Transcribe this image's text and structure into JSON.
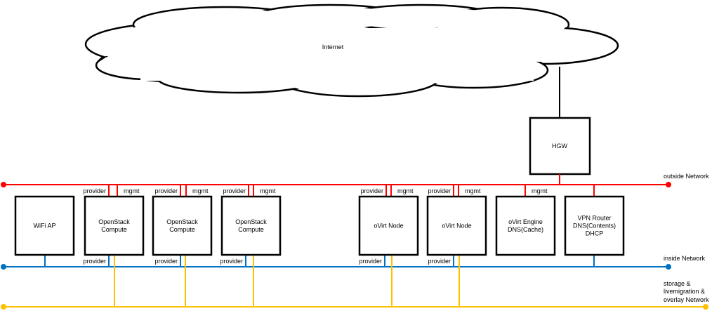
{
  "cloud": {
    "label": "Internet"
  },
  "gateway": {
    "label": "HGW"
  },
  "networks": {
    "outside": {
      "label": "outside Network",
      "color": "#ff0000"
    },
    "inside": {
      "label": "inside Network",
      "color": "#0070c0"
    },
    "storage": {
      "lines": [
        "storage &",
        "livemigration &",
        "overlay Network"
      ],
      "color": "#ffc000"
    }
  },
  "nodes": [
    {
      "lines": [
        "WiFi AP"
      ]
    },
    {
      "lines": [
        "OpenStack",
        "Compute"
      ],
      "top_left": "provider",
      "top_right": "mgmt",
      "bottom": "provider"
    },
    {
      "lines": [
        "OpenStack",
        "Compute"
      ],
      "top_left": "provider",
      "top_right": "mgmt",
      "bottom": "provider"
    },
    {
      "lines": [
        "OpenStack",
        "Compute"
      ],
      "top_left": "provider",
      "top_right": "mgmt",
      "bottom": "provider"
    },
    {
      "lines": [
        "oVirt Node"
      ],
      "top_left": "provider",
      "top_right": "mgmt",
      "bottom": "provider"
    },
    {
      "lines": [
        "oVirt Node"
      ],
      "top_left": "provider",
      "top_right": "mgmt",
      "bottom": "provider"
    },
    {
      "lines": [
        "oVirt Engine",
        "DNS(Cache)"
      ],
      "top_right": "mgmt"
    },
    {
      "lines": [
        "VPN Router",
        "DNS(Contents)",
        "DHCP"
      ]
    }
  ]
}
